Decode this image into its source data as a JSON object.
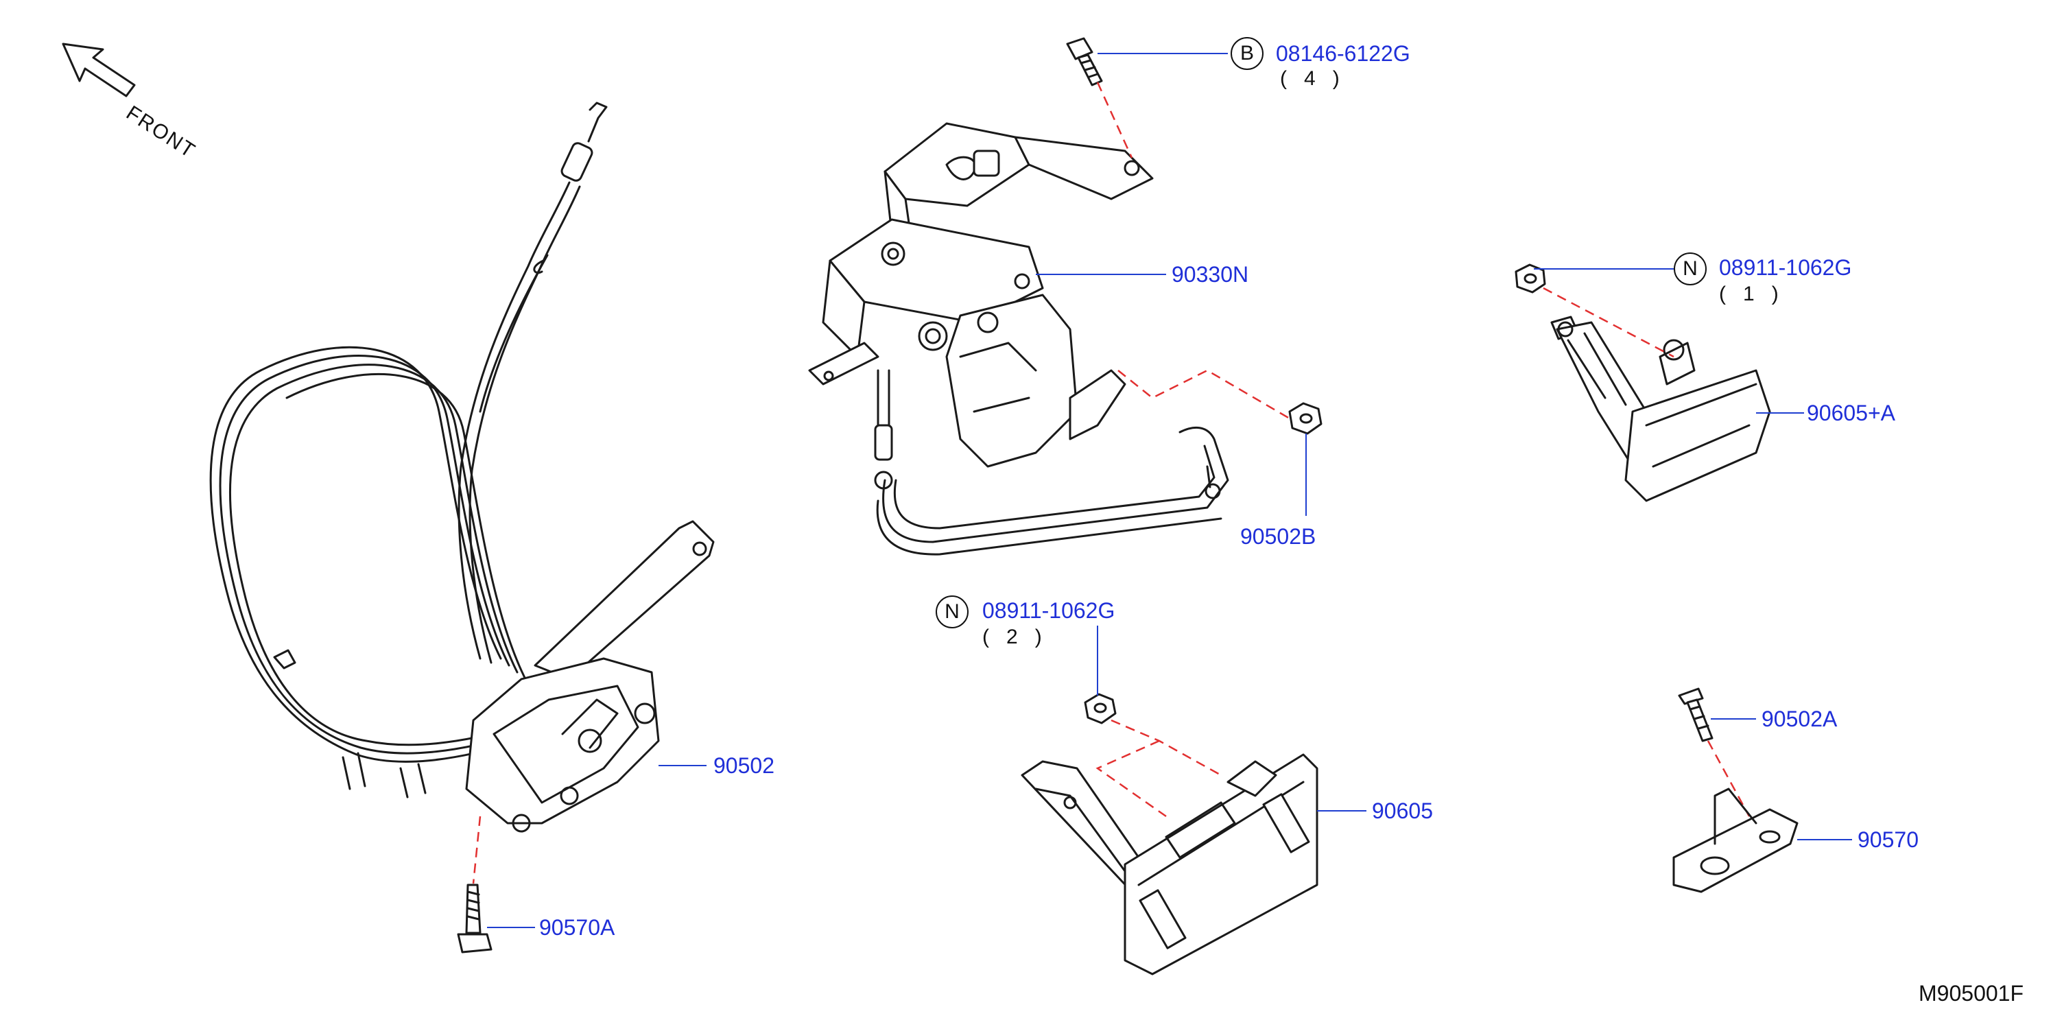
{
  "direction": {
    "label": "FRONT",
    "icon": "arrow-up-left-icon"
  },
  "parts": [
    {
      "id": "90330N",
      "label": "90330N"
    },
    {
      "id": "90502B",
      "label": "90502B"
    },
    {
      "id": "90502",
      "label": "90502"
    },
    {
      "id": "90570A",
      "label": "90570A"
    },
    {
      "id": "90605",
      "label": "90605"
    },
    {
      "id": "90605A",
      "label": "90605+A"
    },
    {
      "id": "90502A",
      "label": "90502A"
    },
    {
      "id": "90570",
      "label": "90570"
    }
  ],
  "fasteners": [
    {
      "symbol": "B",
      "code": "08146-6122G",
      "qty": "4"
    },
    {
      "symbol": "N",
      "code": "08911-1062G",
      "qty": "1"
    },
    {
      "symbol": "N",
      "code": "08911-1062G",
      "qty": "2"
    }
  ],
  "qty_format": [
    "(",
    ")"
  ],
  "diagram_id": "M905001F",
  "colors": {
    "label": "#1f2fd8",
    "leader": "#1f3fd0",
    "dashed": "#e23030",
    "lines": "#1a1a1a"
  }
}
